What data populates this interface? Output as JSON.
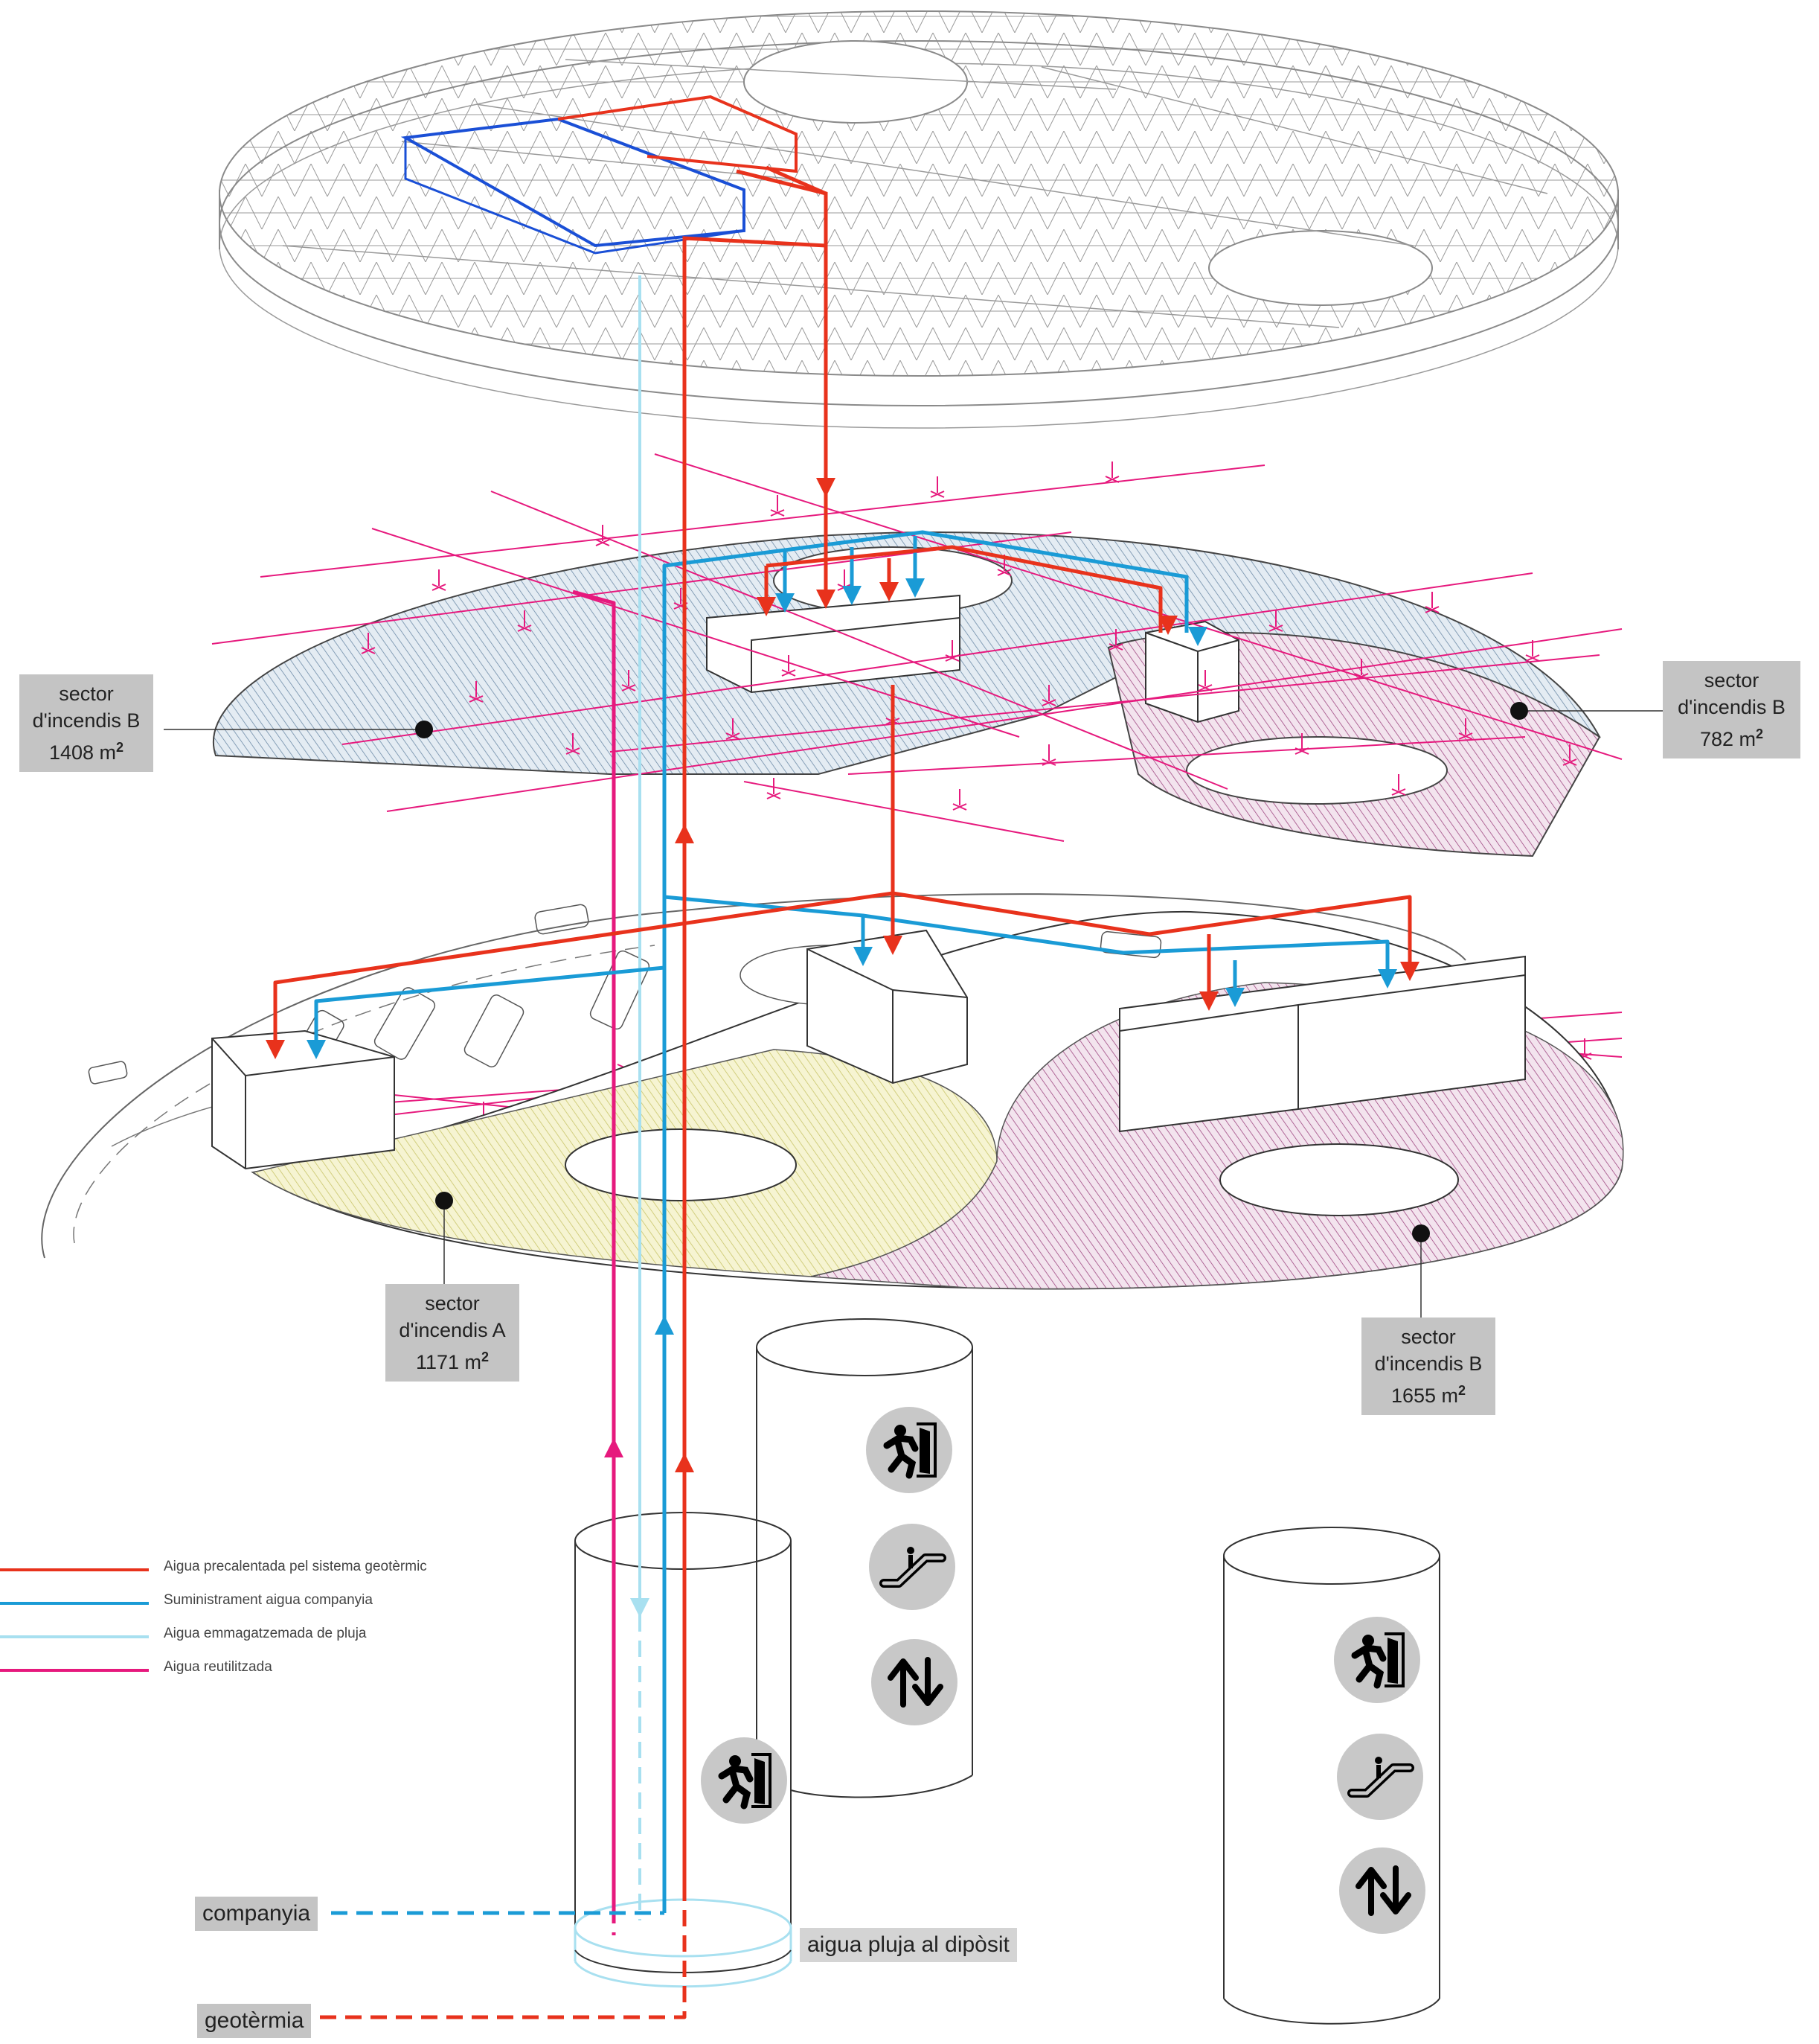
{
  "legend": {
    "items": [
      {
        "label": "Aigua precalentada pel sistema geotèrmic",
        "color": "#e8321c"
      },
      {
        "label": "Suministrament aigua companyia",
        "color": "#1a9bd6"
      },
      {
        "label": "Aigua emmagatzemada de pluja",
        "color": "#a8e0f0"
      },
      {
        "label": "Aigua reutilitzada",
        "color": "#e6197d"
      }
    ]
  },
  "sectors": {
    "upper_left": {
      "line1": "sector",
      "line2": "d'incendis B",
      "area": "1408 m",
      "unit_sup": "2"
    },
    "upper_right": {
      "line1": "sector",
      "line2": "d'incendis B",
      "area": "782 m",
      "unit_sup": "2"
    },
    "lower_left": {
      "line1": "sector",
      "line2": "d'incendis A",
      "area": "1171 m",
      "unit_sup": "2"
    },
    "lower_right": {
      "line1": "sector",
      "line2": "d'incendis B",
      "area": "1655 m",
      "unit_sup": "2"
    }
  },
  "sources": {
    "companyia": "companyia",
    "geotermia": "geotèrmia",
    "rain_tank": "aigua pluja al dipòsit"
  },
  "colors": {
    "hot": "#e8321c",
    "supply": "#1a9bd6",
    "rain": "#a8e0f0",
    "reuse": "#e6197d",
    "sprinkler": "#e6197d",
    "zone_blue": "#7f9bb5",
    "zone_pink": "#a8558a",
    "zone_yellow": "#cfcf5a",
    "icon_bg": "#c8c8c8"
  }
}
